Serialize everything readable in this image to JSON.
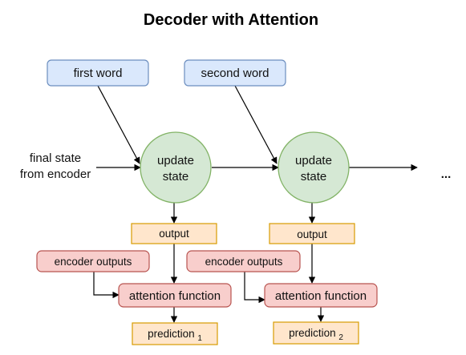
{
  "title": "Decoder with Attention",
  "nodes": {
    "first_word": "first word",
    "second_word": "second word",
    "final_state_line1": "final state",
    "final_state_line2": "from encoder",
    "update1_line1": "update",
    "update1_line2": "state",
    "update2_line1": "update",
    "update2_line2": "state",
    "continuation": "...",
    "output1": "output",
    "output2": "output",
    "encoder_outputs1": "encoder outputs",
    "encoder_outputs2": "encoder outputs",
    "attention1": "attention function",
    "attention2": "attention function",
    "prediction1": "prediction",
    "prediction1_sub": "1",
    "prediction2": "prediction",
    "prediction2_sub": "2"
  },
  "colors": {
    "word_fill": "#dae8fc",
    "word_stroke": "#6c8ebf",
    "state_fill": "#d5e8d4",
    "state_stroke": "#82b366",
    "output_fill": "#ffe6cc",
    "output_stroke": "#d79b00",
    "attention_fill": "#f8cecc",
    "attention_stroke": "#b85450"
  }
}
